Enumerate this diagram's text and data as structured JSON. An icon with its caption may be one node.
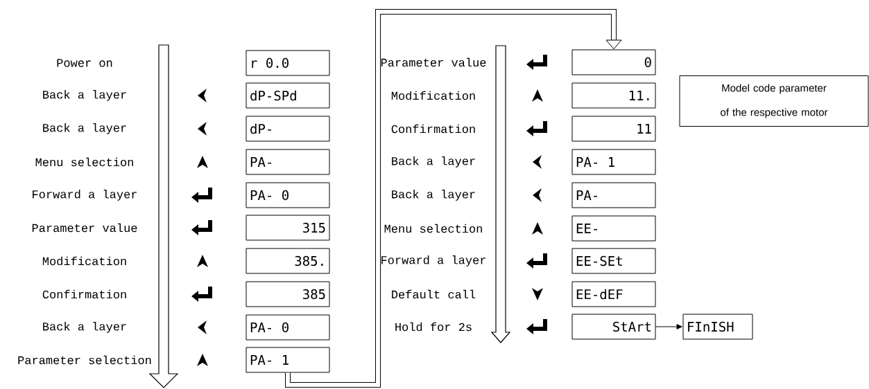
{
  "diagram": {
    "nodes": [
      {
        "text": [
          "r 0.0"
        ]
      },
      {
        "text": [
          "dP-SPd"
        ]
      },
      {
        "text": [
          "dP-"
        ]
      },
      {
        "text": [
          "PA-"
        ]
      },
      {
        "text": [
          "PA- 0"
        ]
      },
      {
        "text": [
          "315"
        ]
      },
      {
        "text": [
          "385."
        ]
      },
      {
        "text": [
          "385"
        ]
      },
      {
        "text": [
          "PA- 0"
        ]
      },
      {
        "text": [
          "PA- 1"
        ]
      },
      {
        "text": [
          "0"
        ]
      },
      {
        "text": [
          "11."
        ]
      },
      {
        "text": [
          "11"
        ]
      },
      {
        "text": [
          "PA- 1"
        ]
      },
      {
        "text": [
          "PA-"
        ]
      },
      {
        "text": [
          "EE-"
        ]
      },
      {
        "text": [
          "EE-SEt"
        ]
      },
      {
        "text": [
          "EE-dEF"
        ]
      },
      {
        "text": [
          "StArt"
        ]
      },
      {
        "text": [
          "FInISH"
        ]
      },
      {
        "text": [
          "Model code parameter of the respective motor"
        ]
      }
    ],
    "edges": [
      {
        "from": 9,
        "to": 10,
        "arrow": "to",
        "style": "thick"
      },
      {
        "from": 18,
        "to": 19,
        "arrow": "to"
      }
    ],
    "labels": [
      "Power on",
      "Back a layer",
      "Back a layer",
      "Menu selection",
      "Forward a layer",
      "Parameter value",
      "Modification",
      "Confirmation",
      "Back a layer",
      "Parameter selection",
      "Parameter value",
      "Modification",
      "Confirmation",
      "Back a layer",
      "Back a layer",
      "Menu selection",
      "Forward a layer",
      "Default call",
      "Hold for 2s"
    ]
  }
}
